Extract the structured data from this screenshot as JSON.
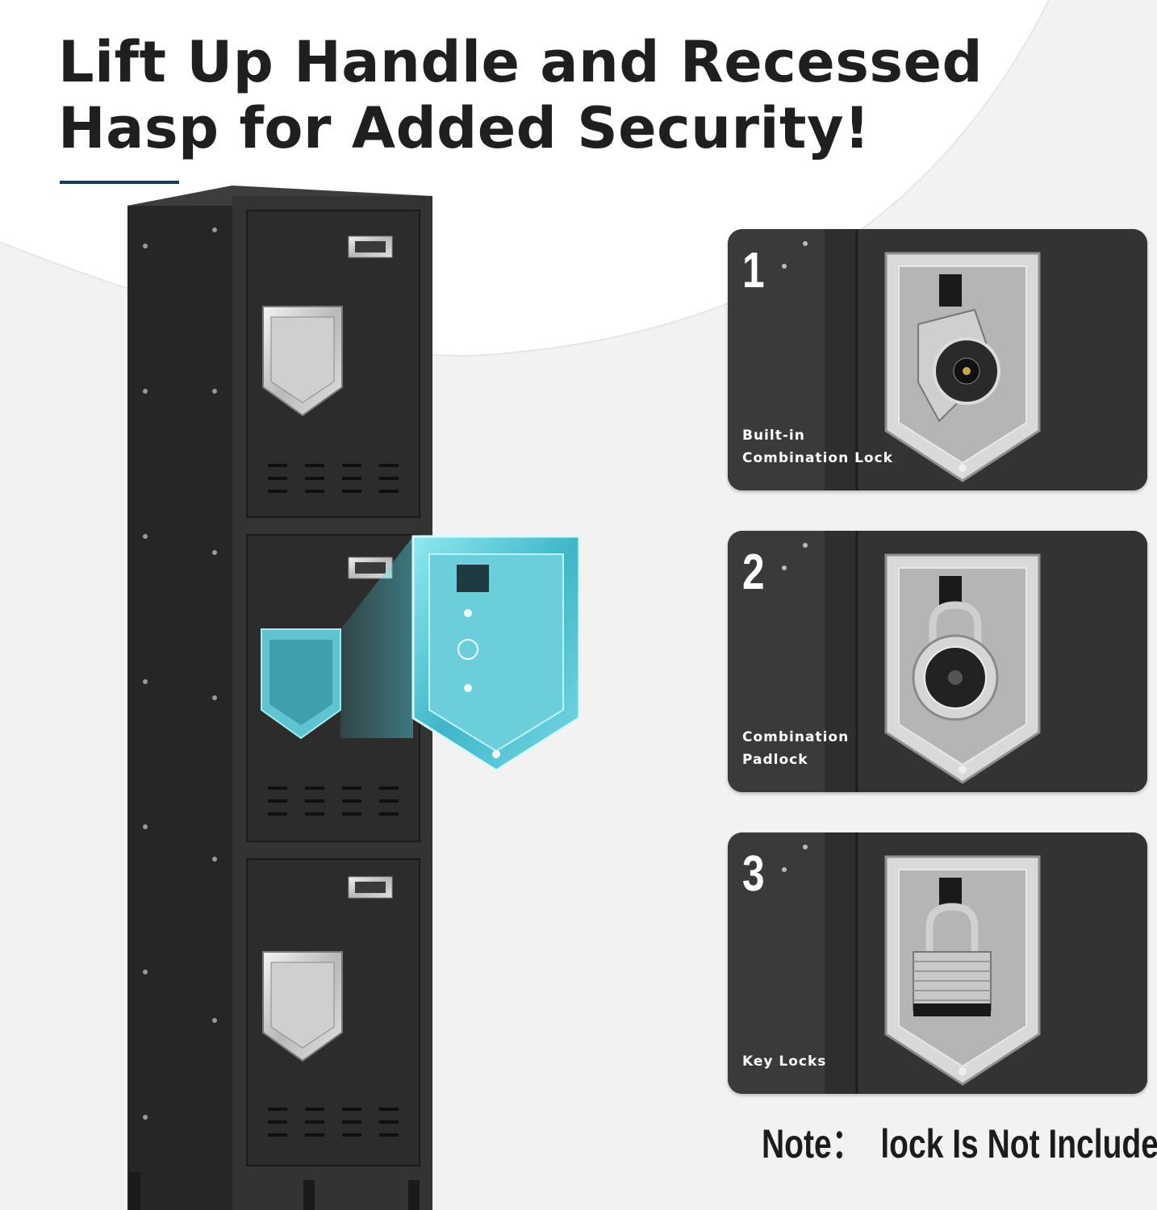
{
  "headline": {
    "line1": "Lift Up Handle and Recessed",
    "line2": "Hasp for Added Security!"
  },
  "colors": {
    "accent_rule": "#1b3a57",
    "locker_body": "#2f2f2f",
    "card_bg": "#3a3a3a",
    "highlight": "#4fd3e0"
  },
  "options": [
    {
      "number": "1",
      "label_lines": [
        "Built-in",
        "Combination Lock"
      ],
      "lock_icon": "combination-dial-lock-icon"
    },
    {
      "number": "2",
      "label_lines": [
        "Combination",
        "Padlock"
      ],
      "lock_icon": "combination-padlock-icon"
    },
    {
      "number": "3",
      "label_lines": [
        "Key Locks"
      ],
      "lock_icon": "keyed-padlock-icon"
    }
  ],
  "note": {
    "prefix": "Note：",
    "text": "lock Is Not Include"
  }
}
